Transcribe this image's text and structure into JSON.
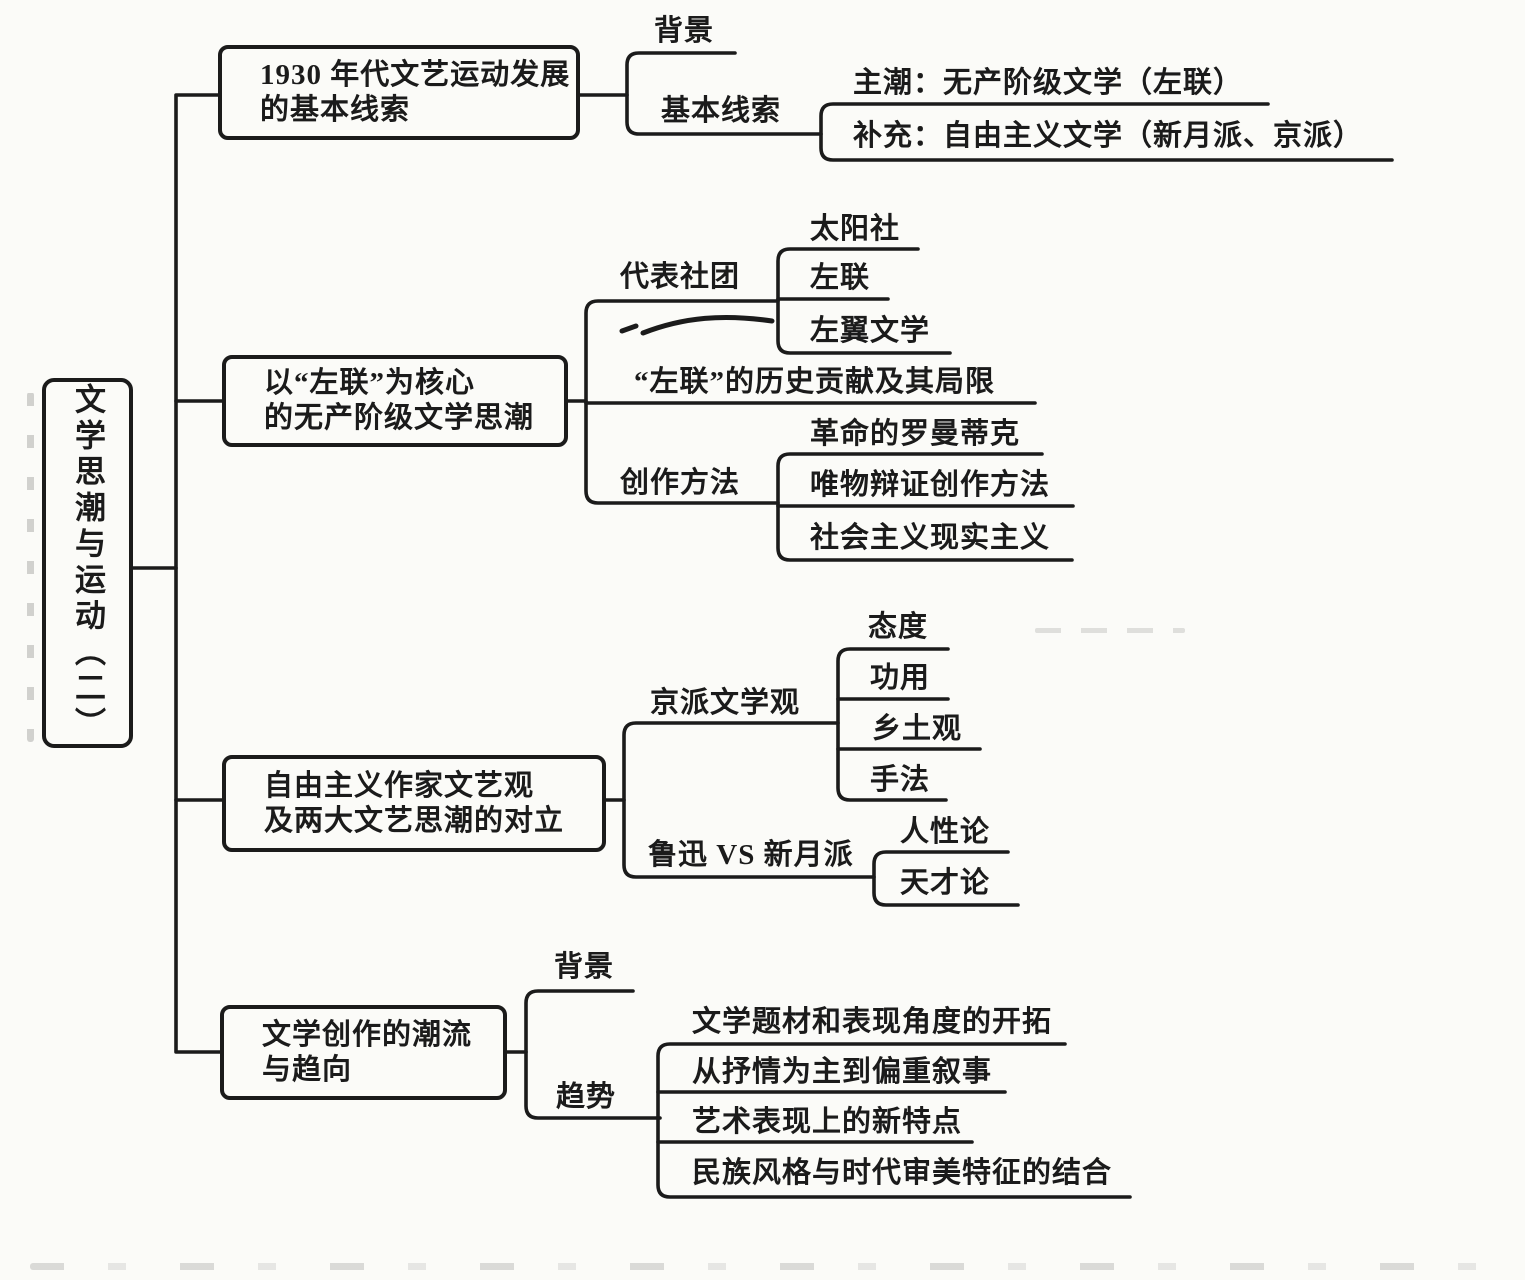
{
  "colors": {
    "ink": "#1b1b1b",
    "paper": "#fbfbf8"
  },
  "root": {
    "label": "文学思潮与运动（二）"
  },
  "branches": [
    {
      "label": "1930 年代文艺运动发展\n的基本线索",
      "children": [
        {
          "label": "背景"
        },
        {
          "label": "基本线索",
          "children": [
            {
              "label": "主潮：无产阶级文学（左联）"
            },
            {
              "label": "补充：自由主义文学（新月派、京派）"
            }
          ]
        }
      ]
    },
    {
      "label": "以“左联”为核心\n的无产阶级文学思潮",
      "children": [
        {
          "label": "代表社团",
          "children": [
            {
              "label": "太阳社"
            },
            {
              "label": "左联"
            },
            {
              "label": "左翼文学"
            }
          ]
        },
        {
          "label": "“左联”的历史贡献及其局限"
        },
        {
          "label": "创作方法",
          "children": [
            {
              "label": "革命的罗曼蒂克"
            },
            {
              "label": "唯物辩证创作方法"
            },
            {
              "label": "社会主义现实主义"
            }
          ]
        }
      ]
    },
    {
      "label": "自由主义作家文艺观\n及两大文艺思潮的对立",
      "children": [
        {
          "label": "京派文学观",
          "children": [
            {
              "label": "态度"
            },
            {
              "label": "功用"
            },
            {
              "label": "乡土观"
            },
            {
              "label": "手法"
            }
          ]
        },
        {
          "label": "鲁迅 VS 新月派",
          "children": [
            {
              "label": "人性论"
            },
            {
              "label": "天才论"
            }
          ]
        }
      ]
    },
    {
      "label": "文学创作的潮流\n与趋向",
      "children": [
        {
          "label": "背景"
        },
        {
          "label": "趋势",
          "children": [
            {
              "label": "文学题材和表现角度的开拓"
            },
            {
              "label": "从抒情为主到偏重叙事"
            },
            {
              "label": "艺术表现上的新特点"
            },
            {
              "label": "民族风格与时代审美特征的结合"
            }
          ]
        }
      ]
    }
  ]
}
